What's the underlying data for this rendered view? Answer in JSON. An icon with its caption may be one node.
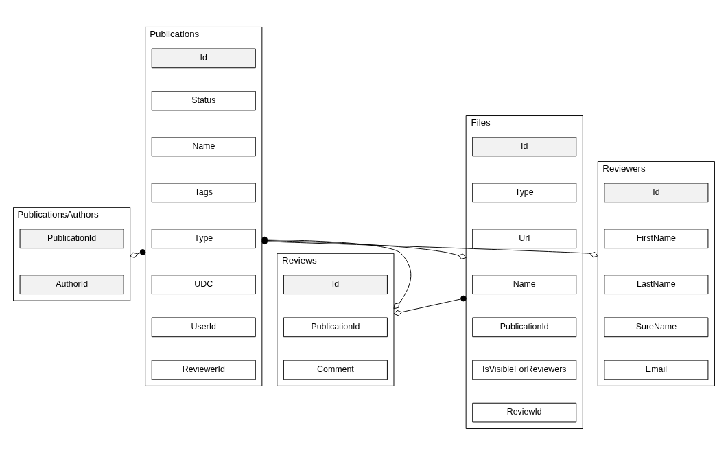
{
  "diagram": {
    "nodes": [
      {
        "text": [
          "PublicationsAuthors"
        ]
      },
      {
        "text": [
          "PublicationId"
        ],
        "in": 0
      },
      {
        "text": [
          "AuthorId"
        ],
        "in": 0
      },
      {
        "text": [
          "Publications"
        ]
      },
      {
        "text": [
          "Id"
        ],
        "in": 3
      },
      {
        "text": [
          "Status"
        ],
        "in": 3
      },
      {
        "text": [
          "Name"
        ],
        "in": 3
      },
      {
        "text": [
          "Tags"
        ],
        "in": 3
      },
      {
        "text": [
          "Type"
        ],
        "in": 3
      },
      {
        "text": [
          "UDC"
        ],
        "in": 3
      },
      {
        "text": [
          "UserId"
        ],
        "in": 3
      },
      {
        "text": [
          "ReviewerId"
        ],
        "in": 3
      },
      {
        "text": [
          "Reviews"
        ]
      },
      {
        "text": [
          "Id"
        ],
        "in": 12
      },
      {
        "text": [
          "PublicationId"
        ],
        "in": 12
      },
      {
        "text": [
          "Comment"
        ],
        "in": 12
      },
      {
        "text": [
          "Files"
        ]
      },
      {
        "text": [
          "Id"
        ],
        "in": 16
      },
      {
        "text": [
          "Type"
        ],
        "in": 16
      },
      {
        "text": [
          "Url"
        ],
        "in": 16
      },
      {
        "text": [
          "Name"
        ],
        "in": 16
      },
      {
        "text": [
          "PublicationId"
        ],
        "in": 16
      },
      {
        "text": [
          "IsVisibleForReviewers"
        ],
        "in": 16
      },
      {
        "text": [
          "ReviewId"
        ],
        "in": 16
      },
      {
        "text": [
          "Reviewers"
        ]
      },
      {
        "text": [
          "Id"
        ],
        "in": 24
      },
      {
        "text": [
          "FirstName"
        ],
        "in": 24
      },
      {
        "text": [
          "LastName"
        ],
        "in": 24
      },
      {
        "text": [
          "SureName"
        ],
        "in": 24
      },
      {
        "text": [
          "Email"
        ],
        "in": 24
      }
    ],
    "edges": [
      {
        "from": 3,
        "to": 12,
        "arrow": "other"
      },
      {
        "from": 3,
        "to": 0,
        "arrow": "other"
      },
      {
        "from": 3,
        "to": 24,
        "arrow": "other"
      },
      {
        "from": 16,
        "to": 12,
        "arrow": "other"
      },
      {
        "from": 3,
        "to": 16,
        "arrow": "other"
      }
    ]
  }
}
